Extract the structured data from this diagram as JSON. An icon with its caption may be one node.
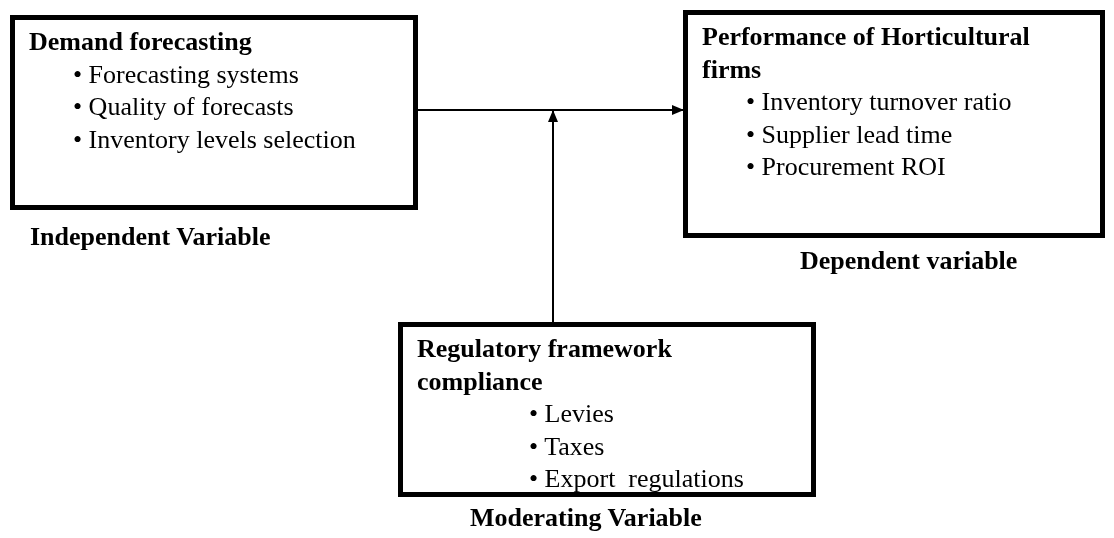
{
  "diagram": {
    "nodes": [
      {
        "text": [
          "Demand forecasting",
          "• Forecasting systems",
          "• Quality of forecasts",
          "• Inventory levels selection"
        ],
        "beside": [
          "Independent Variable"
        ]
      },
      {
        "text": [
          "Performance of Horticultural firms",
          "• Inventory turnover ratio",
          "• Supplier lead time",
          "• Procurement ROI"
        ],
        "beside": [
          "Dependent variable"
        ]
      },
      {
        "text": [
          "Regulatory framework compliance",
          "• Levies",
          "• Taxes",
          "• Export  regulations"
        ],
        "beside": [
          "Moderating Variable"
        ]
      }
    ],
    "edges": [
      {
        "from": 0,
        "to": 1,
        "arrow": "to"
      },
      {
        "from": 2,
        "to": null,
        "arrow": "to"
      }
    ]
  }
}
